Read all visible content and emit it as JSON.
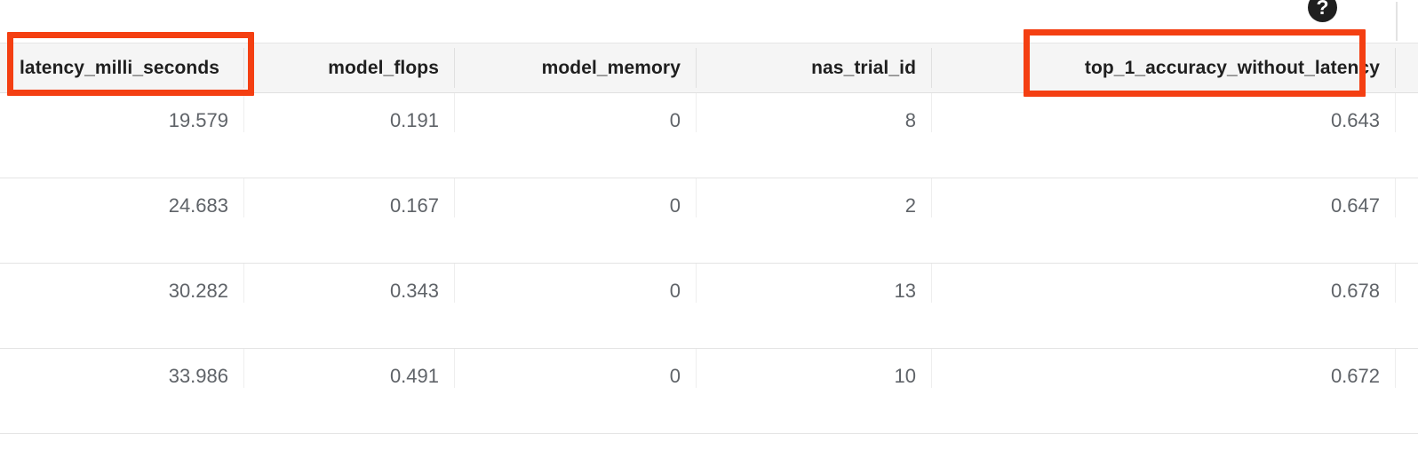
{
  "table": {
    "columns": [
      {
        "key": "latency_milli_seconds",
        "label": "latency_milli_seconds",
        "align": "left",
        "highlighted": true
      },
      {
        "key": "model_flops",
        "label": "model_flops",
        "align": "right",
        "highlighted": false
      },
      {
        "key": "model_memory",
        "label": "model_memory",
        "align": "right",
        "highlighted": false
      },
      {
        "key": "nas_trial_id",
        "label": "nas_trial_id",
        "align": "right",
        "highlighted": false
      },
      {
        "key": "top_1_accuracy_without_latency",
        "label": "top_1_accuracy_without_latency",
        "align": "right",
        "highlighted": true
      }
    ],
    "rows": [
      {
        "latency_milli_seconds": "19.579",
        "model_flops": "0.191",
        "model_memory": "0",
        "nas_trial_id": "8",
        "top_1_accuracy_without_latency": "0.643"
      },
      {
        "latency_milli_seconds": "24.683",
        "model_flops": "0.167",
        "model_memory": "0",
        "nas_trial_id": "2",
        "top_1_accuracy_without_latency": "0.647"
      },
      {
        "latency_milli_seconds": "30.282",
        "model_flops": "0.343",
        "model_memory": "0",
        "nas_trial_id": "13",
        "top_1_accuracy_without_latency": "0.678"
      },
      {
        "latency_milli_seconds": "33.986",
        "model_flops": "0.491",
        "model_memory": "0",
        "nas_trial_id": "10",
        "top_1_accuracy_without_latency": "0.672"
      }
    ]
  },
  "toolbar": {
    "help_glyph": "?"
  },
  "annotations": [
    {
      "name": "latency-column-highlight",
      "target": "latency_milli_seconds",
      "color": "#f43f12"
    },
    {
      "name": "top-1-accuracy-column-highlight",
      "target": "top_1_accuracy_without_latency",
      "color": "#f43f12"
    }
  ],
  "colors": {
    "header_background": "#f5f5f5",
    "header_text": "#1f1f1f",
    "cell_text": "#5f6368",
    "row_border": "#e4e4e4",
    "annotation": "#f43f12",
    "help_icon_background": "#1f1f1f"
  }
}
